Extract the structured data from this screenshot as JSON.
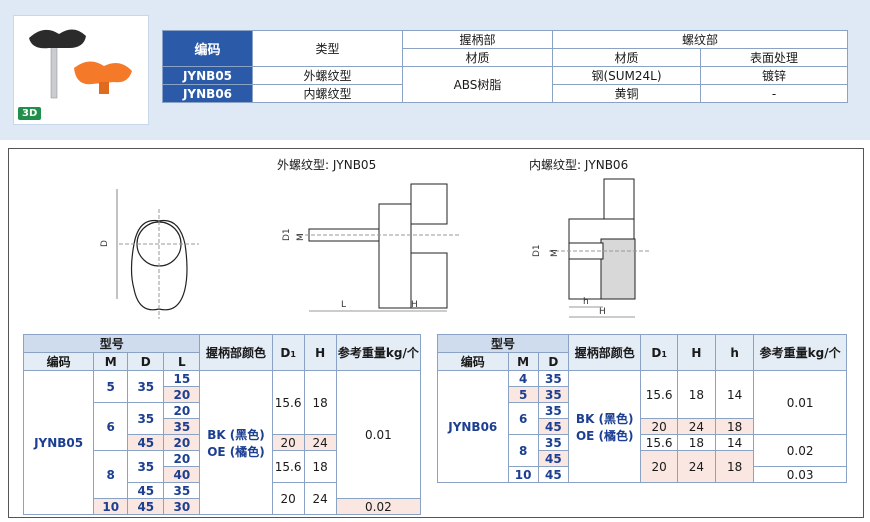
{
  "product_image": {
    "badge": "3D"
  },
  "spec_table": {
    "code_header": "编码",
    "type_header": "类型",
    "grip_header": "握柄部",
    "thread_header": "螺纹部",
    "material_label": "材质",
    "finish_label": "表面处理",
    "rows": [
      {
        "code": "JYNB05",
        "type": "外螺纹型",
        "thread_material": "钢(SUM24L)",
        "finish": "镀锌"
      },
      {
        "code": "JYNB06",
        "type": "内螺纹型",
        "thread_material": "黄铜",
        "finish": "-"
      }
    ],
    "grip_material": "ABS树脂"
  },
  "drawings": {
    "male_caption": "外螺纹型: JYNB05",
    "female_caption": "内螺纹型: JYNB06",
    "labels": {
      "D": "D",
      "D1": "D1",
      "M": "M",
      "L": "L",
      "H": "H",
      "h": "h"
    }
  },
  "table_left": {
    "model_header": "型号",
    "code_header": "编码",
    "col_M": "M",
    "col_D": "D",
    "col_L": "L",
    "color_header": "握柄部颜色",
    "col_D1": "D",
    "col_D1_sub": "1",
    "col_H": "H",
    "weight_header": "参考重量kg/个",
    "code": "JYNB05",
    "colors": [
      "BK (黑色)",
      "OE (橘色)"
    ],
    "M": [
      "5",
      "6",
      "8",
      "10"
    ],
    "D": [
      "35",
      "35",
      "45",
      "35",
      "45",
      "45"
    ],
    "L": [
      "15",
      "20",
      "20",
      "35",
      "20",
      "20",
      "40",
      "35",
      "30"
    ],
    "D1H": [
      [
        "15.6",
        "18"
      ],
      [
        "20",
        "24"
      ],
      [
        "15.6",
        "18"
      ],
      [
        "20",
        "24"
      ]
    ],
    "weights": [
      "0.01",
      "0.02"
    ]
  },
  "table_right": {
    "model_header": "型号",
    "code_header": "编码",
    "col_M": "M",
    "col_D": "D",
    "color_header": "握柄部颜色",
    "col_D1": "D",
    "col_D1_sub": "1",
    "col_H": "H",
    "col_h": "h",
    "weight_header": "参考重量kg/个",
    "code": "JYNB06",
    "colors": [
      "BK (黑色)",
      "OE (橘色)"
    ],
    "M": [
      "4",
      "5",
      "6",
      "8",
      "10"
    ],
    "D": [
      "35",
      "35",
      "35",
      "45",
      "35",
      "45",
      "45"
    ],
    "D1Hh": [
      [
        "15.6",
        "18",
        "14"
      ],
      [
        "20",
        "24",
        "18"
      ],
      [
        "15.6",
        "18",
        "14"
      ],
      [
        "20",
        "24",
        "18"
      ]
    ],
    "weights": [
      "0.01",
      "0.02",
      "0.03"
    ]
  },
  "colors": {
    "header_blue": "#2a5aa8",
    "band": "#dfe9f5",
    "pink": "#fbe7e2",
    "knob_orange": "#f47a2a",
    "knob_black": "#2b2b2b"
  }
}
